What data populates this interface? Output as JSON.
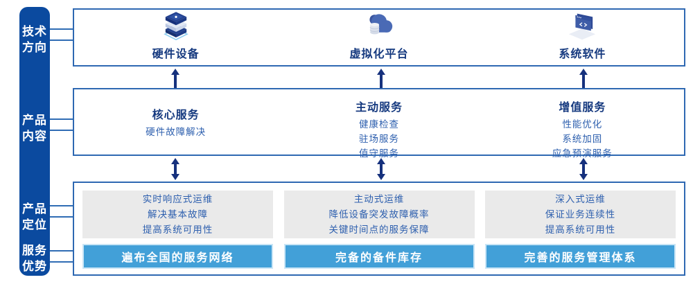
{
  "sidebar": {
    "rows": [
      {
        "line1": "技术",
        "line2": "方向"
      },
      {
        "line1": "产品",
        "line2": "内容"
      },
      {
        "line1": "产品",
        "line2": "定位"
      },
      {
        "line1": "服务",
        "line2": "优势"
      }
    ]
  },
  "tech_direction": {
    "items": [
      {
        "icon": "server-stack-icon",
        "label": "硬件设备"
      },
      {
        "icon": "cloud-database-icon",
        "label": "虚拟化平台"
      },
      {
        "icon": "code-window-icon",
        "label": "系统软件"
      }
    ]
  },
  "product_content": {
    "columns": [
      {
        "title": "核心服务",
        "items": [
          "硬件故障解决"
        ]
      },
      {
        "title": "主动服务",
        "items": [
          "健康检查",
          "驻场服务",
          "值守服务"
        ]
      },
      {
        "title": "增值服务",
        "items": [
          "性能优化",
          "系统加固",
          "应急预演服务"
        ]
      }
    ]
  },
  "product_positioning": {
    "columns": [
      {
        "lines": [
          "实时响应式运维",
          "解决基本故障",
          "提高系统可用性"
        ]
      },
      {
        "lines": [
          "主动式运维",
          "降低设备突发故障概率",
          "关键时间点的服务保障"
        ]
      },
      {
        "lines": [
          "深入式运维",
          "保证业务连续性",
          "提高系统可用性"
        ]
      }
    ]
  },
  "service_advantage": {
    "bars": [
      "遍布全国的服务网络",
      "完备的备件库存",
      "完善的服务管理体系"
    ]
  },
  "colors": {
    "sidebar_bg": "#0b4a9f",
    "box_border": "#2e68b2",
    "title_text": "#15397f",
    "item_text": "#2d5fae",
    "panel_bg": "#eaeaea",
    "bar_bg": "#42a0d8",
    "arrow": "#16317d",
    "connector": "#2f6cb4"
  }
}
